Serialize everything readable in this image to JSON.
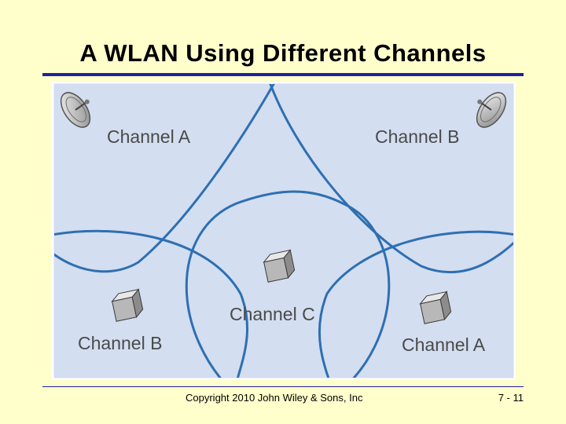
{
  "slide": {
    "title": "A WLAN Using Different Channels",
    "footer_copyright": "Copyright 2010 John Wiley & Sons, Inc",
    "page_number": "7 - 11"
  },
  "diagram": {
    "labels": {
      "channel_a_top": "Channel A",
      "channel_b_top": "Channel B",
      "channel_c": "Channel C",
      "channel_b_bottom": "Channel B",
      "channel_a_bottom": "Channel A"
    },
    "icons": [
      "satellite-dish",
      "satellite-dish",
      "wireless-access-point",
      "wireless-access-point",
      "wireless-access-point"
    ]
  },
  "colors": {
    "background": "#ffffcc",
    "title_rule": "#1f1fa0",
    "diagram_fill": "#d3def0",
    "coverage_line": "#2e6fb2",
    "label_text": "#4a4a4a"
  }
}
